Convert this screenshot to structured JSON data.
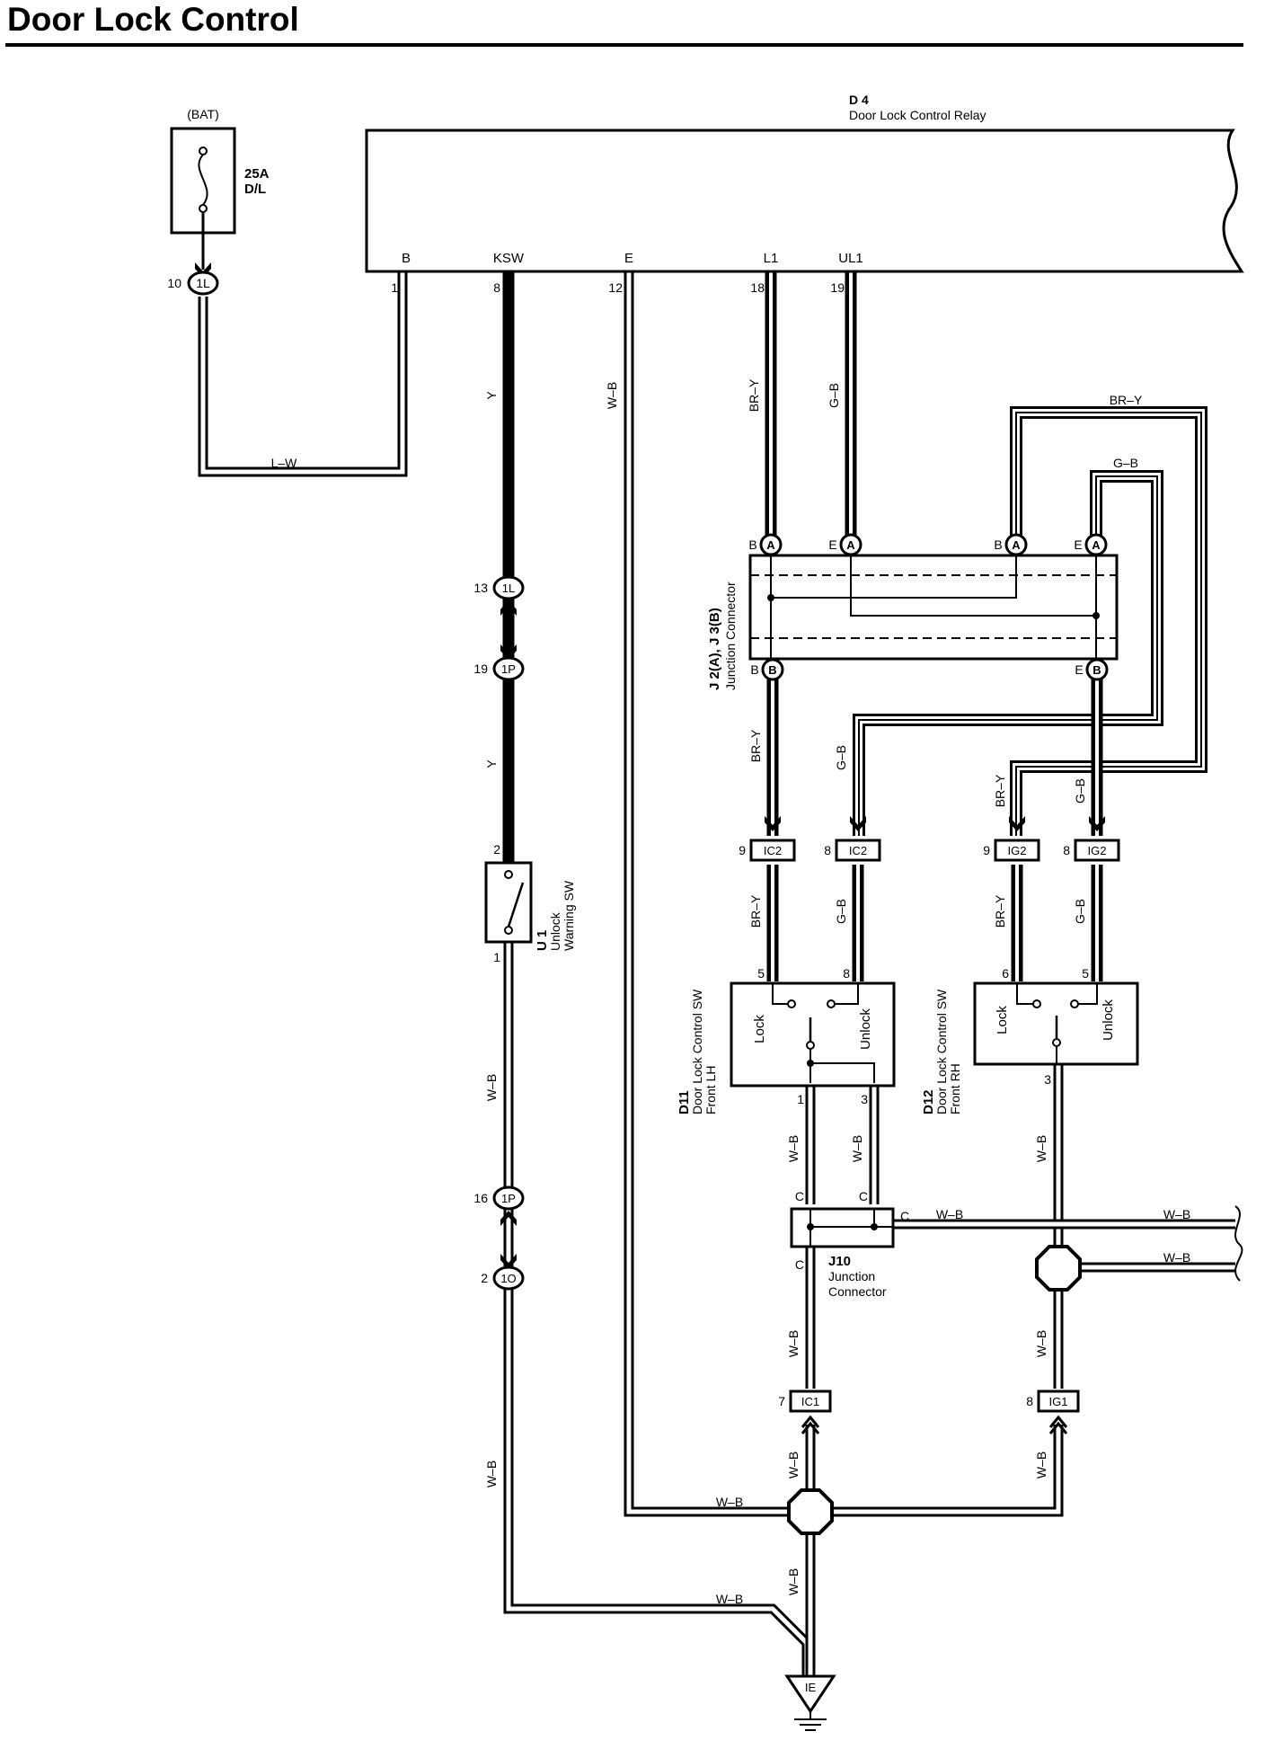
{
  "title": "Door Lock Control",
  "fuse": {
    "source": "(BAT)",
    "rating": "25A",
    "name": "D/L",
    "connector": "1L",
    "pin": "10"
  },
  "relay": {
    "id": "D 4",
    "name": "Door Lock Control Relay",
    "terminals": {
      "B": {
        "label": "B",
        "pin": "1"
      },
      "KSW": {
        "label": "KSW",
        "pin": "8"
      },
      "E": {
        "label": "E",
        "pin": "12"
      },
      "L1": {
        "label": "L1",
        "pin": "18"
      },
      "UL1": {
        "label": "UL1",
        "pin": "19"
      }
    }
  },
  "junction_j2j3": {
    "id": "J 2(A), J 3(B)",
    "name": "Junction Connector",
    "top_pins": [
      "B",
      "E",
      "B",
      "E"
    ],
    "top_connector": "A",
    "bottom_pins": [
      "B",
      "E"
    ],
    "bottom_connector": "B"
  },
  "unlock_warning_sw": {
    "id": "U 1",
    "line2": "Unlock",
    "line3": "Warning SW",
    "pin_top": "2",
    "pin_bottom": "1"
  },
  "door_lh": {
    "id": "D11",
    "line2": "Door Lock Control SW",
    "line3": "Front LH",
    "lock": "Lock",
    "unlock": "Unlock",
    "pin_lock": "5",
    "pin_unlock": "8",
    "pin_b1": "1",
    "pin_b3": "3"
  },
  "door_rh": {
    "id": "D12",
    "line2": "Door Lock Control SW",
    "line3": "Front RH",
    "lock": "Lock",
    "unlock": "Unlock",
    "pin_lock": "6",
    "pin_unlock": "5",
    "pin_b3": "3"
  },
  "junction_j10": {
    "id": "J10",
    "line2": "Junction",
    "line3": "Connector",
    "pin_c": "C"
  },
  "connectors": {
    "c1L_13": {
      "pin": "13",
      "name": "1L"
    },
    "c1P_19": {
      "pin": "19",
      "name": "1P"
    },
    "c1P_16": {
      "pin": "16",
      "name": "1P"
    },
    "c1O_2": {
      "pin": "2",
      "name": "1O"
    },
    "cIC2_9": {
      "pin": "9",
      "name": "IC2"
    },
    "cIC2_8": {
      "pin": "8",
      "name": "IC2"
    },
    "cIG2_9": {
      "pin": "9",
      "name": "IG2"
    },
    "cIG2_8": {
      "pin": "8",
      "name": "IG2"
    },
    "cIC1_7": {
      "pin": "7",
      "name": "IC1"
    },
    "cIG1_8": {
      "pin": "8",
      "name": "IG1"
    }
  },
  "ground": {
    "name": "IE"
  },
  "wires": {
    "lw": "L–W",
    "y": "Y",
    "wb": "W–B",
    "bry": "BR–Y",
    "gb": "G–B"
  }
}
